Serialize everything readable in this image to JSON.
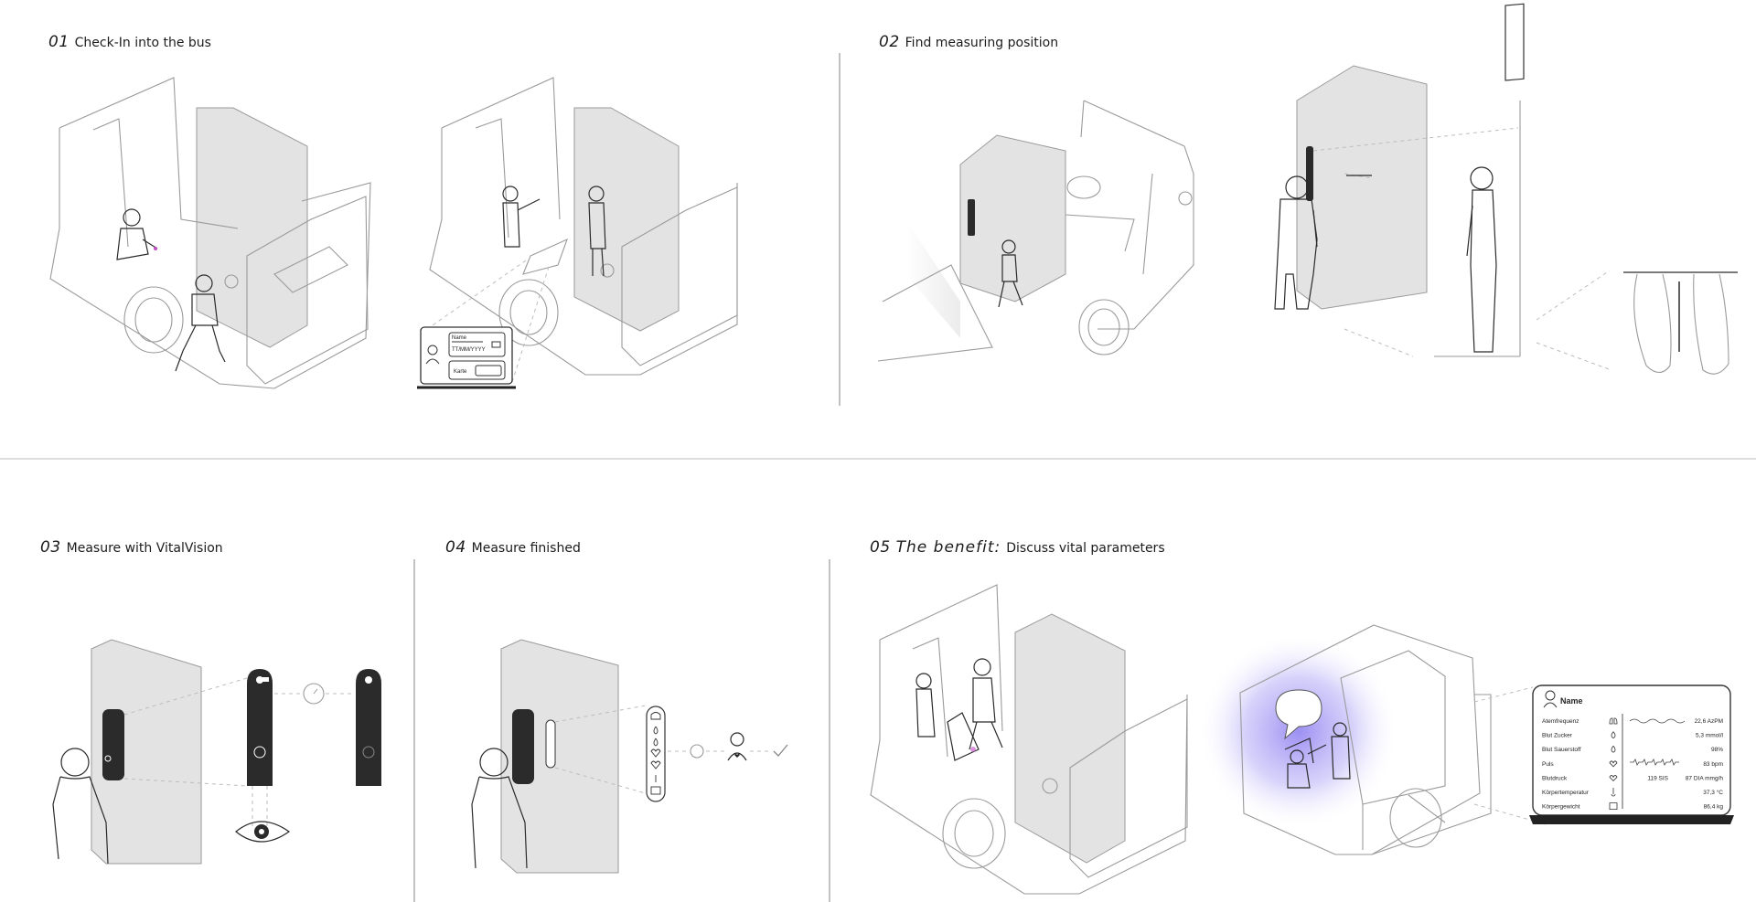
{
  "steps": [
    {
      "num": "01",
      "label": "Check-In into the bus"
    },
    {
      "num": "02",
      "label": "Find measuring position"
    },
    {
      "num": "03",
      "label": "Measure with VitalVision"
    },
    {
      "num": "04",
      "label": "Measure finished"
    },
    {
      "num": "05",
      "emphasis": "The benefit:",
      "label": "Discuss vital parameters"
    }
  ],
  "checkin_screen": {
    "name_label": "Name",
    "date_placeholder": "TT/MM/YYYY",
    "card_label": "Karte"
  },
  "vitals_panel": {
    "title": "Name",
    "rows": [
      {
        "label": "Atemfrequenz",
        "value": "22,6 AzPM",
        "icon": "lungs-icon"
      },
      {
        "label": "Blut Zucker",
        "value": "5,3 mmol/l",
        "icon": "drop-icon"
      },
      {
        "label": "Blut Sauerstoff",
        "value": "98%",
        "icon": "drop-icon"
      },
      {
        "label": "Puls",
        "value": "83 bpm",
        "icon": "heart-icon"
      },
      {
        "label": "Blutdruck",
        "value_a": "119 SIS",
        "value": "87 DIA mmg/h",
        "icon": "heart-pressure-icon"
      },
      {
        "label": "Körpertemperatur",
        "value": "37,3 °C",
        "icon": "thermometer-icon"
      },
      {
        "label": "Körpergewicht",
        "value": "86,4 kg",
        "icon": "scale-icon"
      }
    ]
  },
  "colors": {
    "accent_glow": "#8a7cf0",
    "device": "#2b2b2b",
    "booth": "#e3e3e3"
  }
}
